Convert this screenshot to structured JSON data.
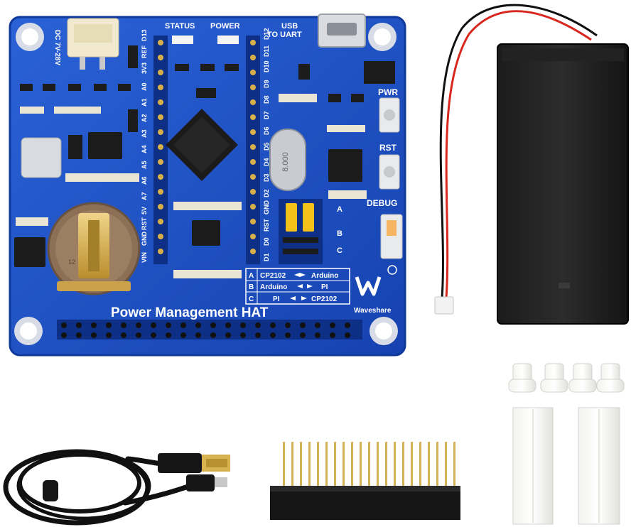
{
  "board": {
    "title": "Power Management HAT",
    "brand": "Waveshare",
    "dc_input": "DC 7V-28V",
    "status_label": "STATUS",
    "power_label": "POWER",
    "usb_label": "USB",
    "to_uart_label": "TO UART",
    "pwr_label": "PWR",
    "rst_label": "RST",
    "debug_label": "DEBUG",
    "crystal": "8.000",
    "battery_cell_text": "12",
    "jumper_a": "A",
    "jumper_b": "B",
    "jumper_c": "C",
    "left_pins": [
      "D13",
      "REF",
      "3V3",
      "A0",
      "A1",
      "A2",
      "A3",
      "A4",
      "A5",
      "A6",
      "A7",
      "5V",
      "RST",
      "GND",
      "VIN"
    ],
    "right_pins": [
      "D12",
      "D11",
      "D10",
      "D9",
      "D8",
      "D7",
      "D6",
      "D5",
      "D4",
      "D3",
      "D2",
      "GND",
      "RST",
      "D0",
      "D1"
    ],
    "mode_table": [
      {
        "key": "A",
        "from": "CP2102",
        "to": "Arduino"
      },
      {
        "key": "B",
        "from": "Arduino",
        "to": "PI"
      },
      {
        "key": "C",
        "from": "PI",
        "to": "CP2102"
      }
    ],
    "colors": {
      "pcb": "#1a4fc4",
      "pcb_edge": "#0f3a9c",
      "gold": "#d8b04a"
    }
  },
  "accessories": {
    "battery_holder": "black 2-cell battery holder with red/black leads",
    "usb_cable": "black USB cable",
    "header": "stacking pin header",
    "standoffs": "white nylon standoffs and screws"
  }
}
